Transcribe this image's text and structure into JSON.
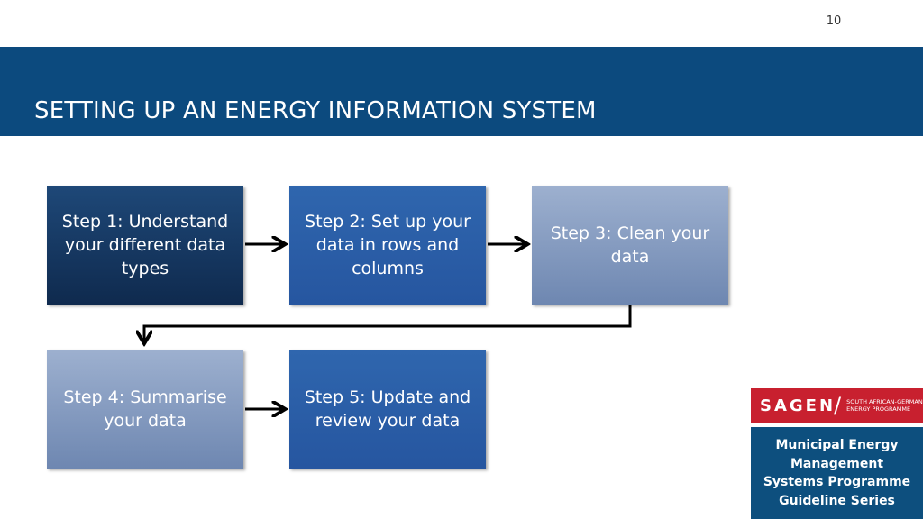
{
  "page_number": "10",
  "title": "SETTING UP AN ENERGY INFORMATION SYSTEM",
  "steps": [
    {
      "lines": [
        "Step 1: Understand",
        "your different data",
        "types"
      ]
    },
    {
      "lines": [
        "Step 2: Set up your",
        "data in rows and",
        "columns"
      ]
    },
    {
      "lines": [
        "Step 3: Clean your",
        "data"
      ]
    },
    {
      "lines": [
        "Step 4: Summarise",
        "your data"
      ]
    },
    {
      "lines": [
        "Step 5: Update and",
        "review your data"
      ]
    }
  ],
  "logo": {
    "name": "SAGEN",
    "subtitle_line1": "SOUTH AFRICAN-GERMAN",
    "subtitle_line2": "ENERGY PROGRAMME"
  },
  "series": {
    "lines": [
      "Municipal Energy",
      "Management",
      "Systems Programme",
      "Guideline Series"
    ]
  },
  "colors": {
    "title_bar": "#0c4a7e",
    "logo_red": "#c8202f",
    "series_blue": "#0d4f7e"
  }
}
